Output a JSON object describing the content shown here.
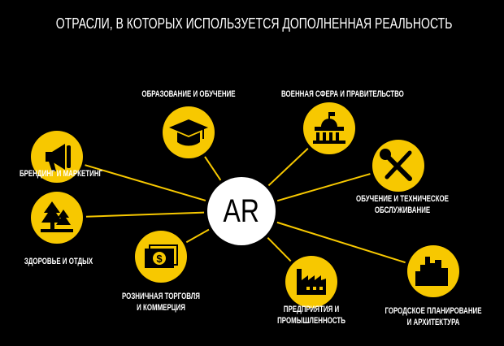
{
  "title": "ОТРАСЛИ, В КОТОРЫХ ИСПОЛЬЗУЕТСЯ ДОПОЛНЕННАЯ РЕАЛЬНОСТЬ",
  "center_label": "AR",
  "colors": {
    "accent": "#f7c800",
    "background": "#000000",
    "center": "#ffffff"
  },
  "nodes": [
    {
      "id": "branding",
      "icon": "megaphone-icon",
      "lines": [
        "БРЕНДИНГ И МАРКЕТИНГ"
      ]
    },
    {
      "id": "education",
      "icon": "graduation-cap-icon",
      "lines": [
        "ОБРАЗОВАНИЕ И ОБУЧЕНИЕ"
      ]
    },
    {
      "id": "military",
      "icon": "government-building-icon",
      "lines": [
        "ВОЕННАЯ СФЕРА И ПРАВИТЕЛЬСТВО"
      ]
    },
    {
      "id": "training",
      "icon": "tools-icon",
      "lines": [
        "ОБУЧЕНИЕ И ТЕХНИЧЕСКОЕ",
        "ОБСЛУЖИВАНИЕ"
      ]
    },
    {
      "id": "health",
      "icon": "trees-icon",
      "lines": [
        "ЗДОРОВЬЕ И ОТДЫХ"
      ]
    },
    {
      "id": "retail",
      "icon": "money-icon",
      "lines": [
        "РОЗНИЧНАЯ ТОРГОВЛЯ",
        "И КОММЕРЦИЯ"
      ]
    },
    {
      "id": "enterprise",
      "icon": "factory-icon",
      "lines": [
        "ПРЕДПРИЯТИЯ И",
        "ПРОМЫШЛЕННОСТЬ"
      ]
    },
    {
      "id": "urban",
      "icon": "city-icon",
      "lines": [
        "ГОРОДСКОЕ ПЛАНИРОВАНИЕ",
        "И АРХИТЕКТУРА"
      ]
    }
  ]
}
